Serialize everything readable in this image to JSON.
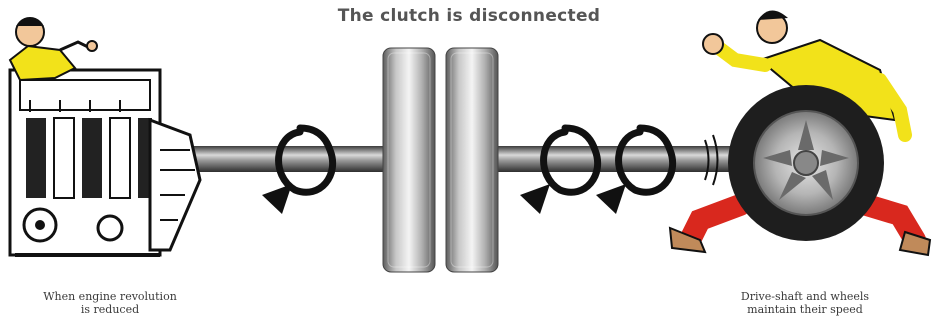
{
  "title": "The clutch is disconnected",
  "captions": {
    "engine_line1": "When engine revolution",
    "engine_line2": "is reduced",
    "wheels_line1": "Drive-shaft and wheels",
    "wheels_line2": "maintain their speed"
  },
  "colors": {
    "shaft": "#5a5a5a",
    "disc": "#8c8c8c",
    "arrow": "#111111",
    "shirt": "#f2e21a",
    "pants": "#d9281e",
    "skin": "#f2c79a",
    "tire": "#1e1e1e",
    "rim": "#b8b8b8"
  },
  "icons": [
    "engine-icon",
    "mechanic-figure-icon",
    "rotation-arrow-icon",
    "clutch-disc-icon",
    "runner-figure-icon",
    "wheel-icon"
  ]
}
